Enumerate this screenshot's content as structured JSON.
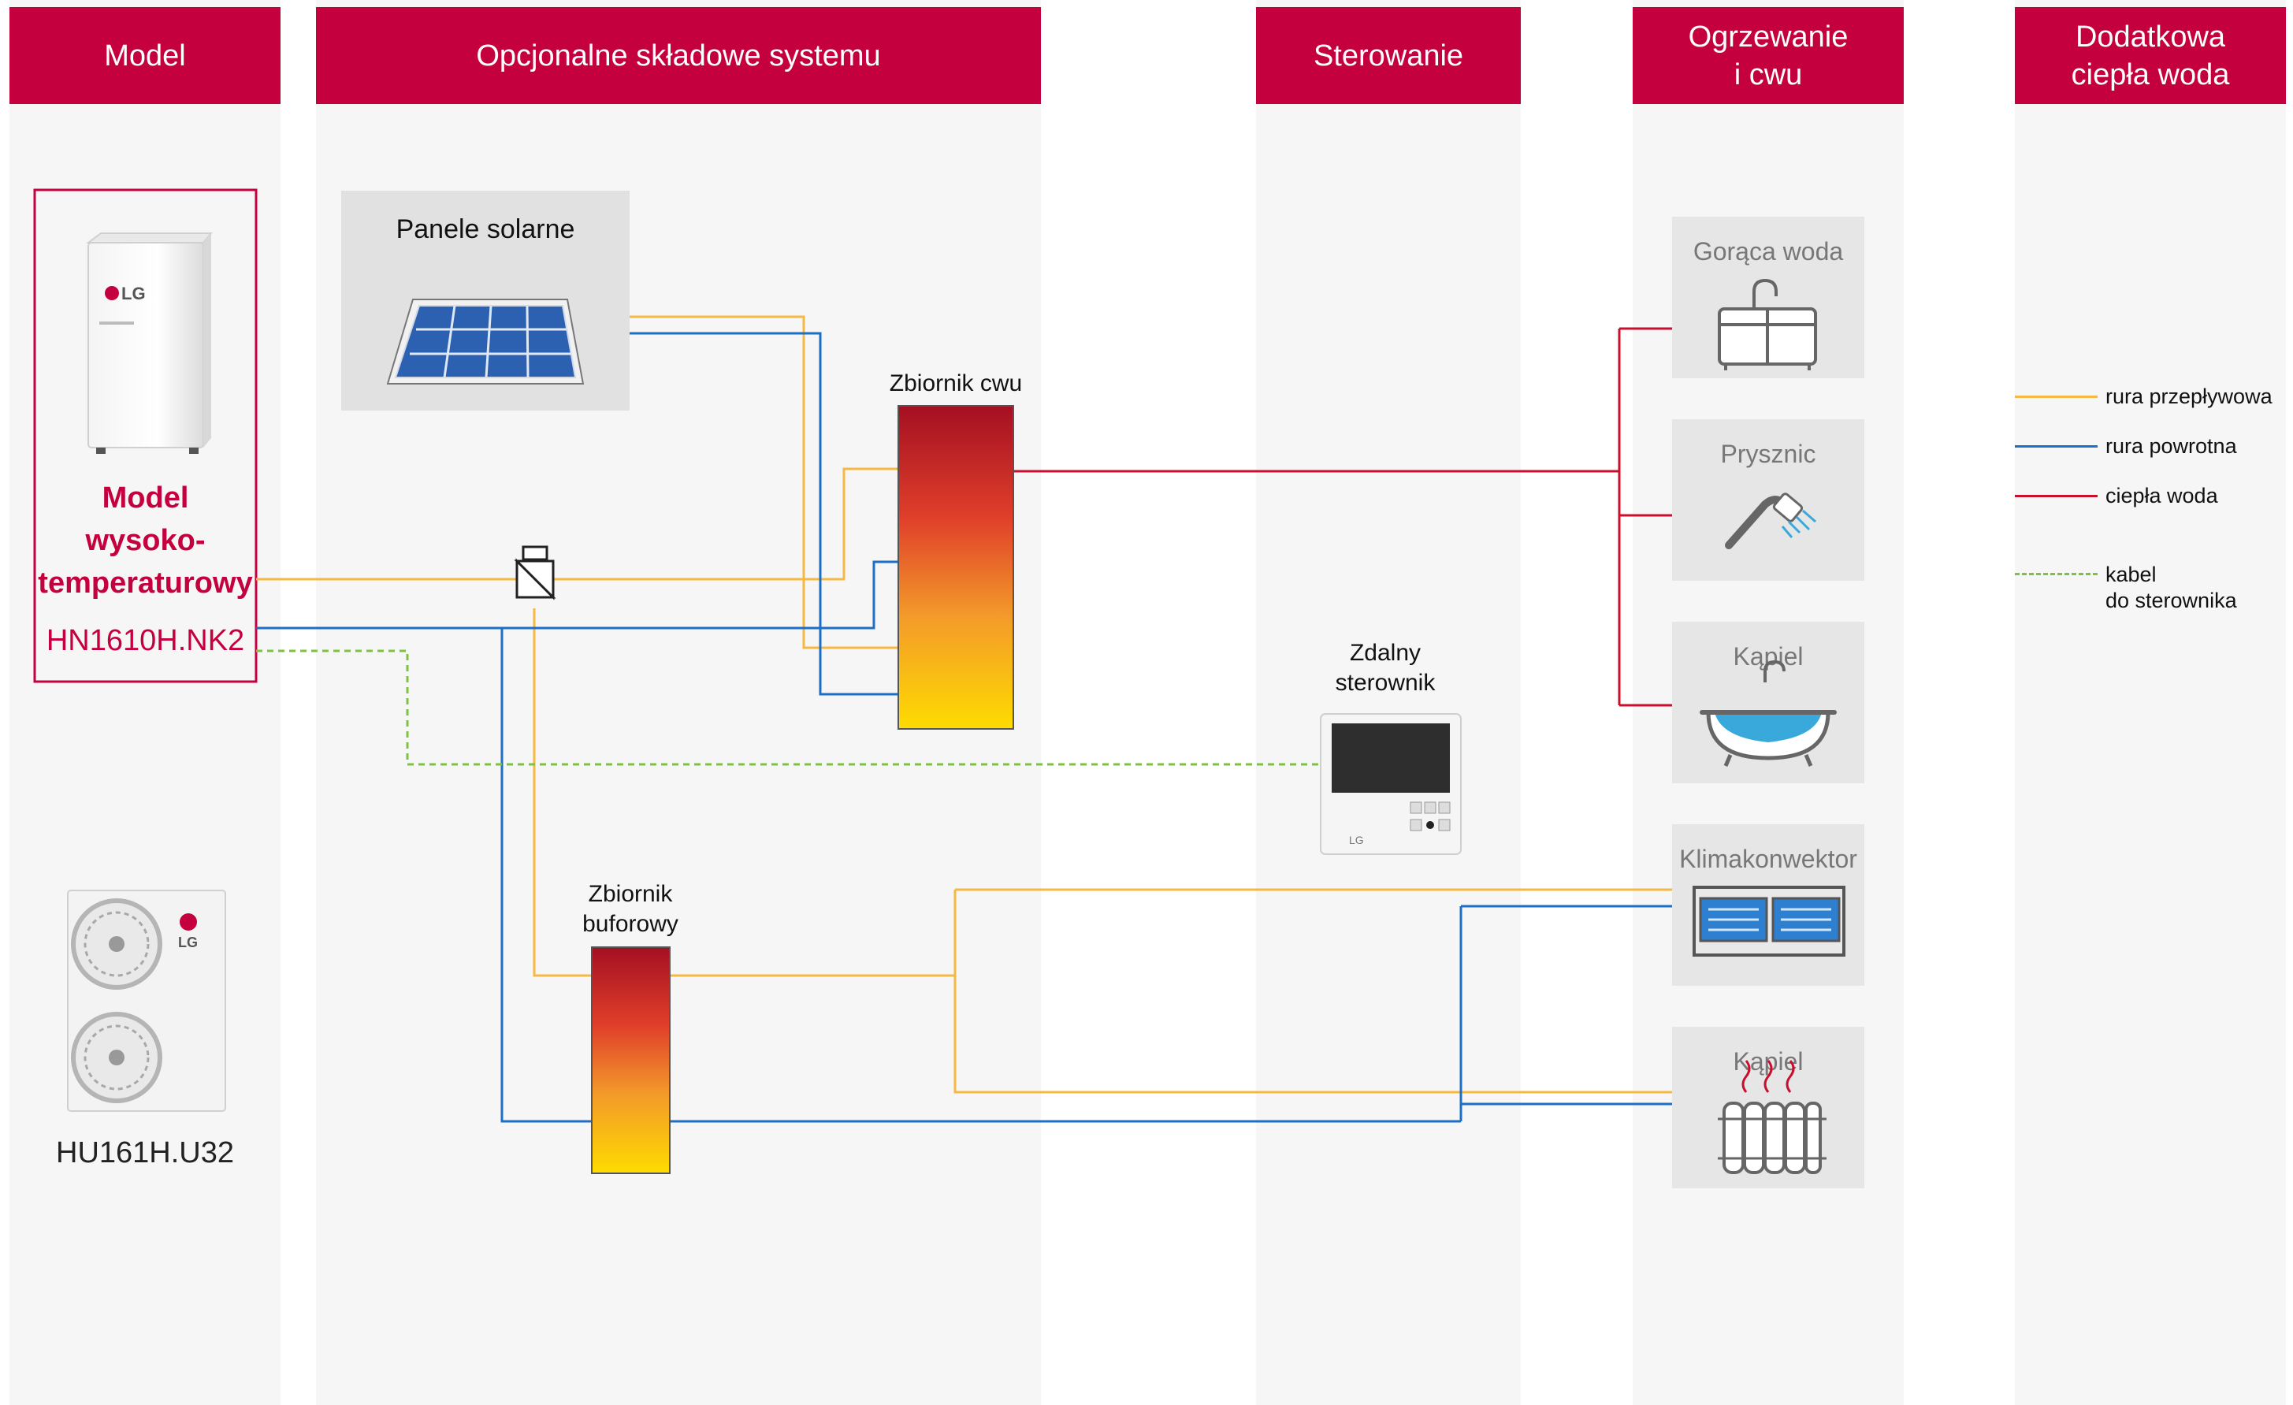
{
  "colors": {
    "brand_red": "#c5003e",
    "flow_pipe": "#f5b843",
    "return_pipe": "#1c6fc6",
    "hot_water": "#c8102e",
    "control_cable": "#7dc242",
    "column_bg": "#f6f6f6",
    "card_bg": "#e6e6e6"
  },
  "headers": {
    "model": "Model",
    "optional": "Opcjonalne składowe systemu",
    "control": "Sterowanie",
    "heating": "Ogrzewanie\ni cwu",
    "extra_hot_water": "Dodatkowa\nciepła woda"
  },
  "model_column": {
    "indoor_unit": {
      "title": "Model\nwysoko-\ntemperaturowy",
      "code": "HN1610H.NK2",
      "logo": "LG"
    },
    "outdoor_unit": {
      "code": "HU161H.U32",
      "logo": "LG"
    }
  },
  "components": {
    "solar_panels": "Panele solarne",
    "dhw_tank": "Zbiornik cwu",
    "buffer_tank": "Zbiornik\nbuforowy",
    "remote_controller": "Zdalny\nsterownik",
    "remote_logo": "LG"
  },
  "outputs": [
    {
      "label": "Gorąca woda",
      "icon": "sink-icon"
    },
    {
      "label": "Prysznic",
      "icon": "shower-icon"
    },
    {
      "label": "Kąpiel",
      "icon": "bathtub-icon"
    },
    {
      "label": "Klimakonwektor",
      "icon": "fan-coil-icon"
    },
    {
      "label": "Kąpiel",
      "icon": "radiator-icon"
    }
  ],
  "legend": [
    {
      "label": "rura przepływowa",
      "color": "#f5b843",
      "style": "solid"
    },
    {
      "label": "rura powrotna",
      "color": "#1c6fc6",
      "style": "solid"
    },
    {
      "label": "ciepła woda",
      "color": "#c8102e",
      "style": "solid"
    },
    {
      "label": "kabel\ndo sterownika",
      "color": "#7dc242",
      "style": "dashed"
    }
  ]
}
